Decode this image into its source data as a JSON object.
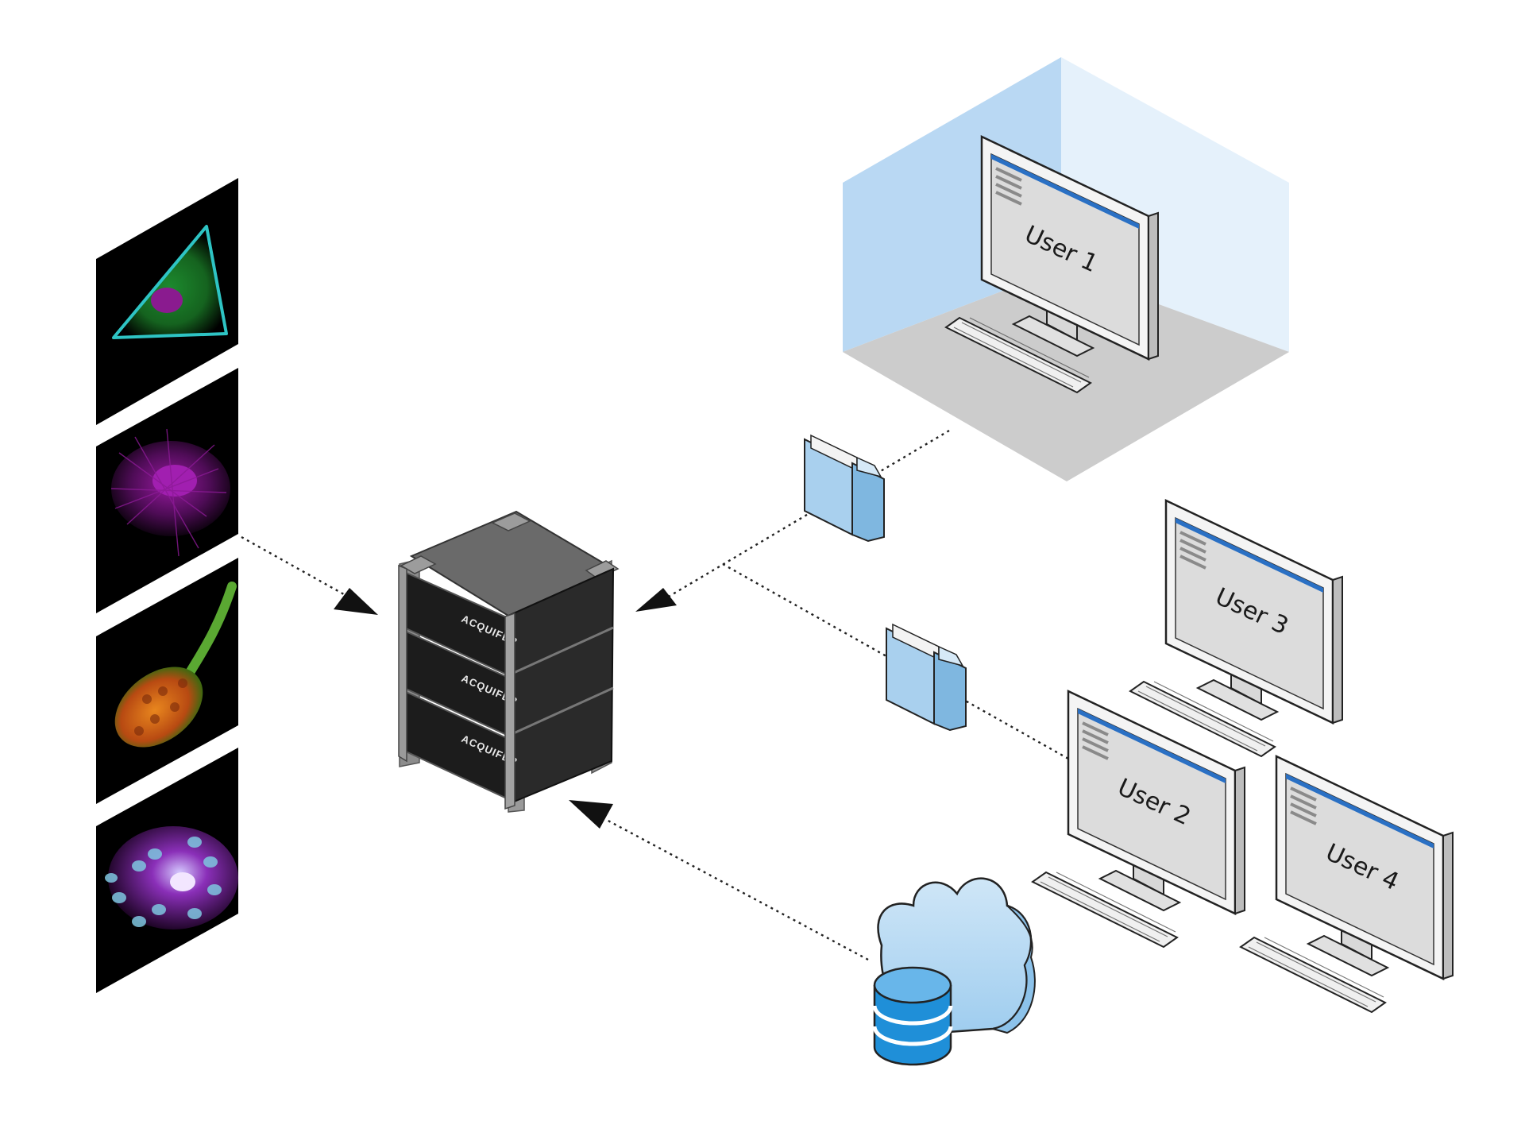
{
  "diagram": {
    "users": [
      {
        "label": "User 1"
      },
      {
        "label": "User 2"
      },
      {
        "label": "User 3"
      },
      {
        "label": "User 4"
      }
    ],
    "server": {
      "units": 3,
      "brand_text": "ACQUIFER"
    },
    "image_tiles": [
      {
        "subject": "cell-green-cyan",
        "bg": "#000000",
        "accent": "#2fa84f",
        "secondary": "#2ec4c4"
      },
      {
        "subject": "cell-magenta",
        "bg": "#000000",
        "accent": "#c020c8",
        "secondary": "#7a1a80"
      },
      {
        "subject": "embryo-orange",
        "bg": "#000000",
        "accent": "#e07a1a",
        "secondary": "#3aa03a"
      },
      {
        "subject": "nuclei-cyan-magenta",
        "bg": "#000000",
        "accent": "#7fc6e0",
        "secondary": "#b01fb8"
      }
    ],
    "colors": {
      "room_wall": "#b9d8f3",
      "room_floor": "#cccccc",
      "folder": "#a9d0ee",
      "cloud": "#b9dcf3",
      "database": "#1f8fd8",
      "screen": "#d9d9d9",
      "titlebar": "#2a70c4",
      "arrow": "#111111"
    },
    "icons": [
      "folder-icon",
      "cloud-icon",
      "database-icon",
      "server-rack-icon",
      "monitor-icon",
      "keyboard-icon"
    ]
  }
}
